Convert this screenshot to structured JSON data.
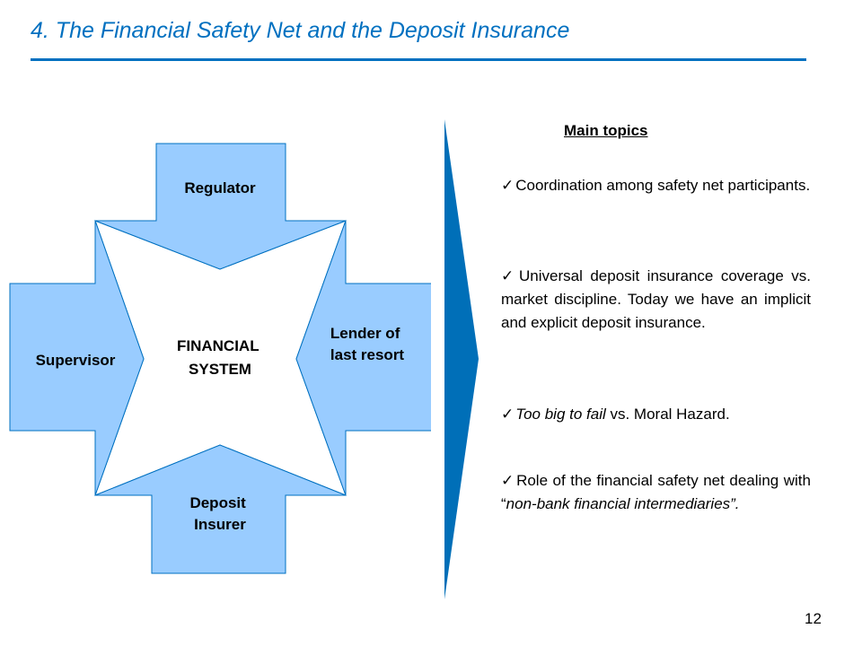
{
  "slide": {
    "title": "4. The Financial Safety Net and the Deposit Insurance",
    "page_number": "12"
  },
  "diagram": {
    "center": [
      "FINANCIAL",
      "SYSTEM"
    ],
    "top": [
      "Regulator"
    ],
    "left": [
      "Supervisor"
    ],
    "right": [
      "Lender of",
      "last resort"
    ],
    "bottom": [
      "Deposit",
      "Insurer"
    ],
    "arrow_fill": "#99ccff",
    "arrow_stroke": "#0070c0"
  },
  "topics": {
    "heading": "Main topics",
    "items": [
      {
        "parts": [
          {
            "text": "Coordination among safety net participants.",
            "italic": false
          }
        ]
      },
      {
        "parts": [
          {
            "text": "Universal deposit insurance coverage vs. market discipline. Today we have an implicit and explicit deposit insurance.",
            "italic": false
          }
        ]
      },
      {
        "parts": [
          {
            "text": "Too big to fail",
            "italic": true
          },
          {
            "text": " vs. Moral Hazard.",
            "italic": false
          }
        ]
      },
      {
        "parts": [
          {
            "text": "Role of the financial safety net dealing with “",
            "italic": false
          },
          {
            "text": "non-bank financial intermediaries”.",
            "italic": true
          }
        ]
      }
    ]
  },
  "colors": {
    "accent": "#0070c0",
    "divider": "#006fb8"
  }
}
